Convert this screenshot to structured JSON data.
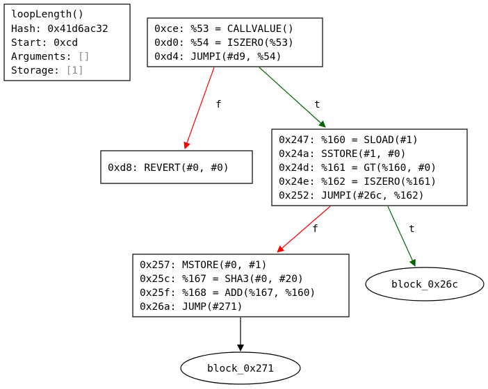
{
  "info": {
    "function_name": "loopLength()",
    "hash_label": "Hash:",
    "hash_value": "0x41d6ac32",
    "start_label": "Start:",
    "start_value": "0xcd",
    "arguments_label": "Arguments:",
    "arguments_value": "[]",
    "storage_label": "Storage:",
    "storage_value": "[1]"
  },
  "blocks": {
    "entry": [
      "0xce: %53 = CALLVALUE()",
      "0xd0: %54 = ISZERO(%53)",
      "0xd4: JUMPI(#d9, %54)"
    ],
    "revert": [
      "0xd8: REVERT(#0, #0)"
    ],
    "sload": [
      "0x247: %160 = SLOAD(#1)",
      "0x24a: SSTORE(#1, #0)",
      "0x24d: %161 = GT(%160, #0)",
      "0x24e: %162 = ISZERO(%161)",
      "0x252: JUMPI(#26c, %162)"
    ],
    "loop": [
      "0x257: MSTORE(#0, #1)",
      "0x25c: %167 = SHA3(#0, #20)",
      "0x25f: %168 = ADD(%167, %160)",
      "0x26a: JUMP(#271)"
    ],
    "block_26c": "block_0x26c",
    "block_271": "block_0x271"
  },
  "edges": {
    "entry_false": "f",
    "entry_true": "t",
    "sload_false": "f",
    "sload_true": "t"
  },
  "colors": {
    "false_edge": "#ff0000",
    "true_edge": "#006400",
    "plain_edge": "#000000"
  }
}
